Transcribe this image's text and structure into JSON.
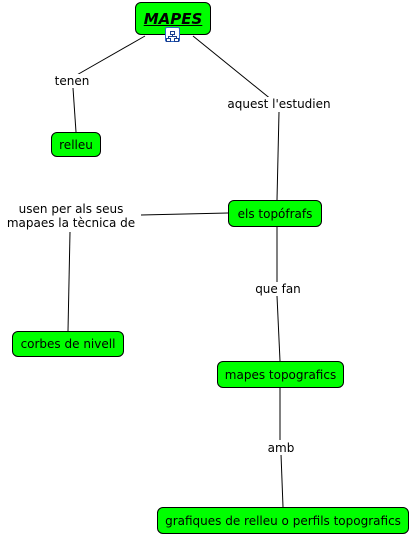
{
  "concepts": {
    "mapes": "MAPES",
    "relleu": "relleu",
    "topografs": "els topófrafs",
    "corbes": "corbes de nivell",
    "mapes_topo": "mapes topografics",
    "grafiques": "grafiques de relleu o perfils topografics"
  },
  "links": {
    "tenen": "tenen",
    "estudien": "aquest l'estudien",
    "tecnica_l1": "usen per als seus",
    "tecnica_l2": "mapaes la tècnica de",
    "que_fan": "que fan",
    "amb": "amb"
  },
  "colors": {
    "concept_fill": "#00ff00",
    "line": "#000000"
  },
  "icons": {
    "submap": "submap-icon"
  }
}
